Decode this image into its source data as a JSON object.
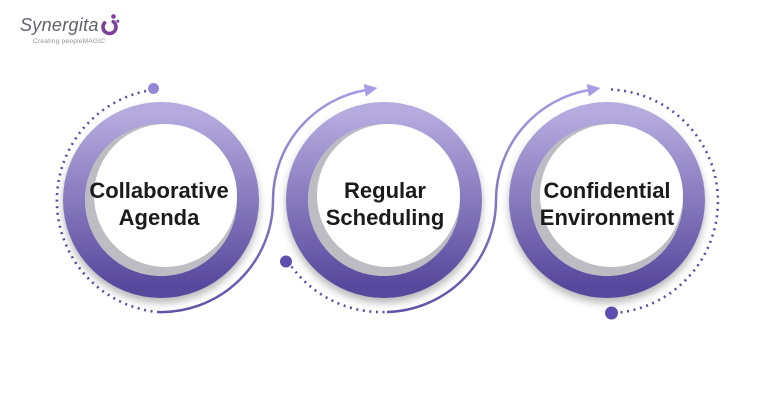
{
  "brand": {
    "name": "Synergita",
    "tagline": "Creating peopleMAGIC"
  },
  "diagram": {
    "title_hint": "three-step one-on-one meeting practices cycle",
    "items": [
      {
        "line1": "Collaborative",
        "line2": "Agenda"
      },
      {
        "line1": "Regular",
        "line2": "Scheduling"
      },
      {
        "line1": "Confidential",
        "line2": "Environment"
      }
    ],
    "colors": {
      "ring_top": "#b6abdf",
      "ring_bottom": "#57489c",
      "gray_shadow": "#bdbcc2",
      "line_dark": "#5a4da3",
      "line_light": "#a99ee5",
      "dotted": "#5b4da6",
      "dot_start": "#9388d8",
      "dot_end": "#5d4fae",
      "label_text": "#1b1b1b",
      "brand_text": "#61616d",
      "tagline_text": "#8f8f9b",
      "logo_purple": "#7e3f9d"
    }
  }
}
